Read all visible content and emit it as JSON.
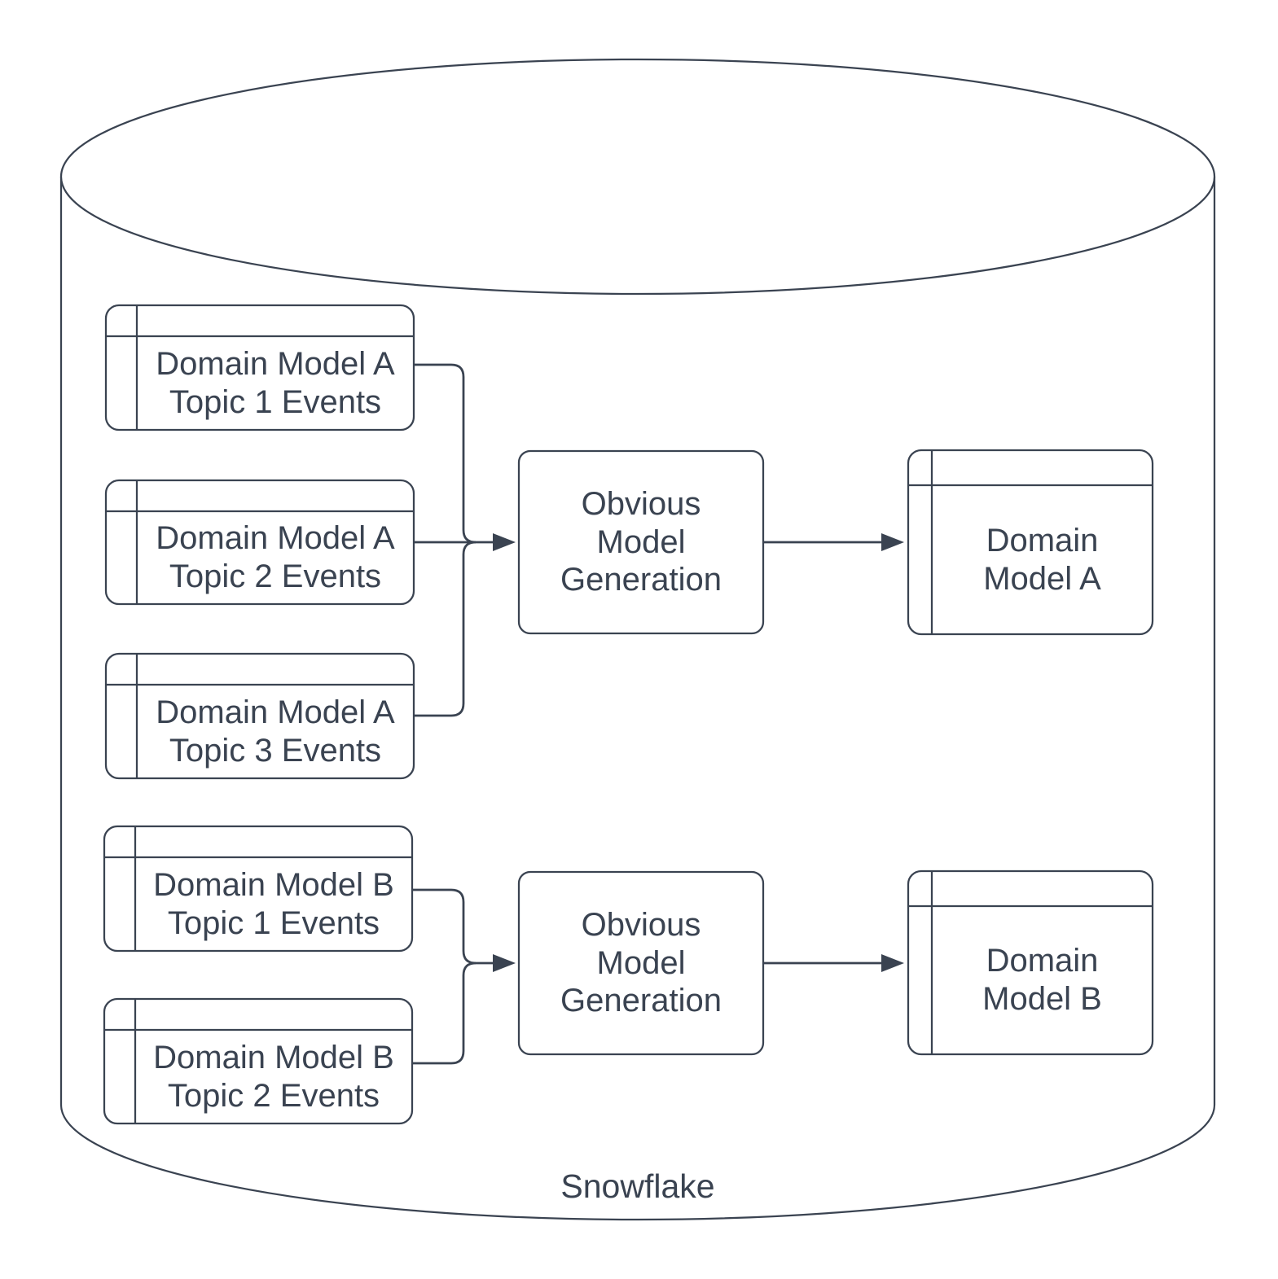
{
  "diagram": {
    "background_color": "#ffffff",
    "line_color": "#3a4351",
    "container": {
      "label": "Snowflake",
      "shape": "cylinder"
    },
    "nodes": {
      "topic_a1": {
        "label": "Domain Model A\nTopic 1 Events",
        "shape": "table"
      },
      "topic_a2": {
        "label": "Domain Model A\nTopic 2 Events",
        "shape": "table"
      },
      "topic_a3": {
        "label": "Domain Model A\nTopic 3 Events",
        "shape": "table"
      },
      "topic_b1": {
        "label": "Domain Model B\nTopic 1 Events",
        "shape": "table"
      },
      "topic_b2": {
        "label": "Domain Model B\nTopic 2 Events",
        "shape": "table"
      },
      "process_a": {
        "label": "Obvious\nModel\nGeneration",
        "shape": "rounded-rectangle"
      },
      "process_b": {
        "label": "Obvious\nModel\nGeneration",
        "shape": "rounded-rectangle"
      },
      "output_a": {
        "label": "Domain\nModel A",
        "shape": "table"
      },
      "output_b": {
        "label": "Domain\nModel B",
        "shape": "table"
      }
    },
    "edges": [
      {
        "from": "topic_a1",
        "to": "process_a"
      },
      {
        "from": "topic_a2",
        "to": "process_a"
      },
      {
        "from": "topic_a3",
        "to": "process_a"
      },
      {
        "from": "process_a",
        "to": "output_a"
      },
      {
        "from": "topic_b1",
        "to": "process_b"
      },
      {
        "from": "topic_b2",
        "to": "process_b"
      },
      {
        "from": "process_b",
        "to": "output_b"
      }
    ]
  }
}
